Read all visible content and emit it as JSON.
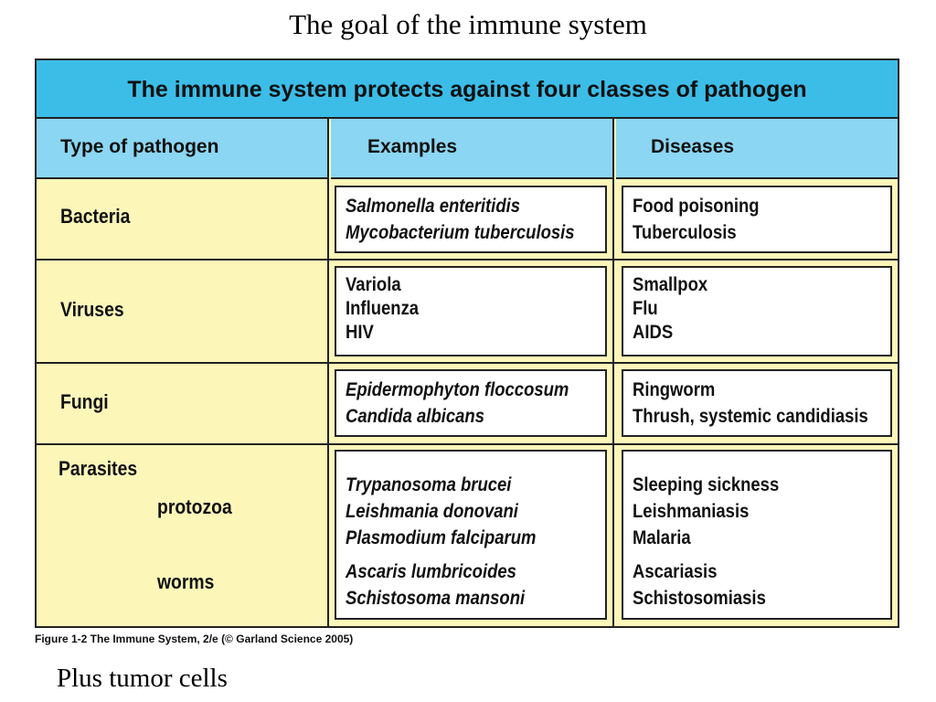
{
  "slide_title": "The goal of the immune system",
  "figure": {
    "heading": "The immune system protects against four classes of pathogen",
    "columns": [
      "Type of pathogen",
      "Examples",
      "Diseases"
    ],
    "bacteria": {
      "type": "Bacteria",
      "examples": [
        "Salmonella enteritidis",
        "Mycobacterium tuberculosis"
      ],
      "diseases": [
        "Food poisoning",
        "Tuberculosis"
      ]
    },
    "viruses": {
      "type": "Viruses",
      "examples": [
        "Variola",
        "Influenza",
        "HIV"
      ],
      "diseases": [
        "Smallpox",
        "Flu",
        "AIDS"
      ]
    },
    "fungi": {
      "type": "Fungi",
      "examples": [
        "Epidermophyton floccosum",
        "Candida albicans"
      ],
      "diseases": [
        "Ringworm",
        "Thrush, systemic candidiasis"
      ]
    },
    "parasites": {
      "type": "Parasites",
      "subtypes": [
        "protozoa",
        "worms"
      ],
      "protozoa_examples": [
        "Trypanosoma brucei",
        "Leishmania donovani",
        "Plasmodium falciparum"
      ],
      "worm_examples": [
        "Ascaris lumbricoides",
        "Schistosoma mansoni"
      ],
      "protozoa_diseases": [
        "Sleeping sickness",
        "Leishmaniasis",
        "Malaria"
      ],
      "worm_diseases": [
        "Ascariasis",
        "Schistosomiasis"
      ]
    }
  },
  "caption": "Figure 1-2  The Immune System, 2/e (© Garland Science 2005)",
  "footer_note": "Plus tumor cells",
  "colors": {
    "heading_bg": "#3bbde8",
    "column_header_bg": "#8bd6f2",
    "table_body_bg": "#fcf6b8",
    "cell_box_bg": "#ffffff"
  }
}
